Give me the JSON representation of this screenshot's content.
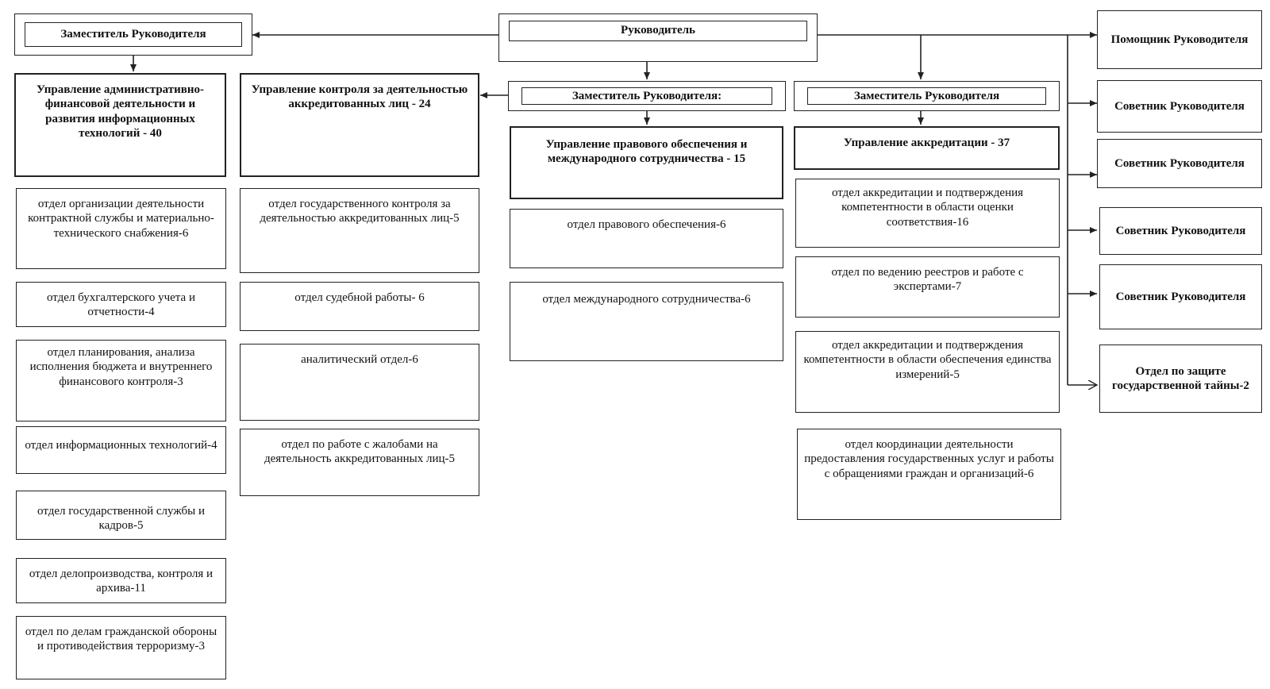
{
  "head": "Руководитель",
  "deputies": {
    "left": "Заместитель Руководителя",
    "middle": "Заместитель Руководителя:",
    "right": "Заместитель Руководителя"
  },
  "col1": {
    "title": "Управление административно-финансовой деятельности и развития информационных технологий - 40",
    "items": [
      "отдел организации деятельности контрактной службы и материально-технического снабжения-6",
      "отдел бухгалтерского учета и отчетности-4",
      "отдел планирования, анализа исполнения бюджета и внутреннего финансового контроля-3",
      "отдел информационных технологий-4",
      "отдел государственной службы и кадров-5",
      "отдел делопроизводства, контроля и архива-11",
      "отдел по делам гражданской обороны и противодействия терроризму-3"
    ]
  },
  "col2": {
    "title": "Управление контроля за деятельностью аккредитованных лиц - 24",
    "items": [
      "отдел государственного контроля за деятельностью аккредитованных лиц-5",
      "отдел судебной работы- 6",
      "аналитический отдел-6",
      "отдел по работе с жалобами на деятельность аккредитованных лиц-5"
    ]
  },
  "col3": {
    "title": "Управление правового обеспечения и международного сотрудничества - 15",
    "items": [
      "отдел правового обеспечения-6",
      "отдел международного сотрудничества-6"
    ]
  },
  "col4": {
    "title": "Управление аккредитации - 37",
    "items": [
      "отдел аккредитации и подтверждения компетентности в области оценки соответствия-16",
      "отдел по ведению реестров и работе с экспертами-7",
      "отдел аккредитации и подтверждения компетентности в области обеспечения единства измерений-5",
      "отдел координации деятельности предоставления государственных услуг и работы с обращениями граждан и организаций-6"
    ]
  },
  "advisors": [
    "Помощник Руководителя",
    "Советник Руководителя",
    "Советник Руководителя",
    "Советник Руководителя",
    "Советник Руководителя",
    "Отдел по защите государственной тайны-2"
  ]
}
